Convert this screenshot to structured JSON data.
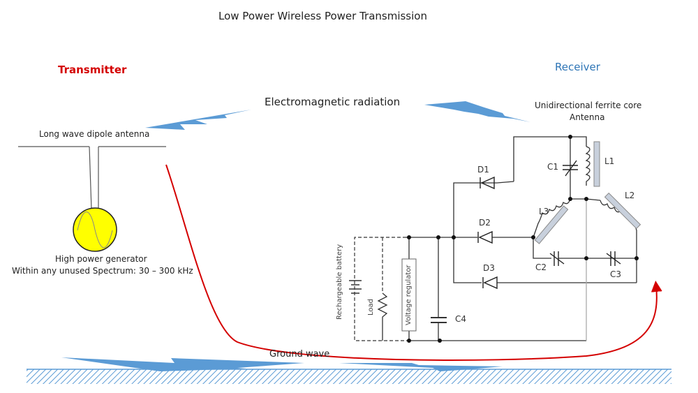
{
  "diagram": {
    "title": "Low Power Wireless Power Transmission",
    "transmitter_label": "Transmitter",
    "receiver_label": "Receiver",
    "radiation_label": "Electromagnetic radiation",
    "dipole_label": "Long wave dipole antenna",
    "generator_label": "High power generator",
    "spectrum_label": "Within any unused Spectrum: 30 – 300 kHz",
    "ferrite_label_line1": "Unidirectional ferrite core",
    "ferrite_label_line2": "Antenna",
    "ground_wave_label": "Ground wave",
    "components": {
      "d1": "D1",
      "d2": "D2",
      "d3": "D3",
      "c1": "C1",
      "c2": "C2",
      "c3": "C3",
      "c4": "C4",
      "l1": "L1",
      "l2": "L2",
      "l3": "L3",
      "battery": "Rechargeable battery",
      "load": "Load",
      "regulator": "Voltage regulator"
    },
    "colors": {
      "transmitter": "#d40000",
      "receiver": "#2e75b6",
      "lightning": "#5b9bd5",
      "generator": "#ffff00",
      "ground_path": "#d40000",
      "ferrite": "#c8d0dc"
    }
  }
}
